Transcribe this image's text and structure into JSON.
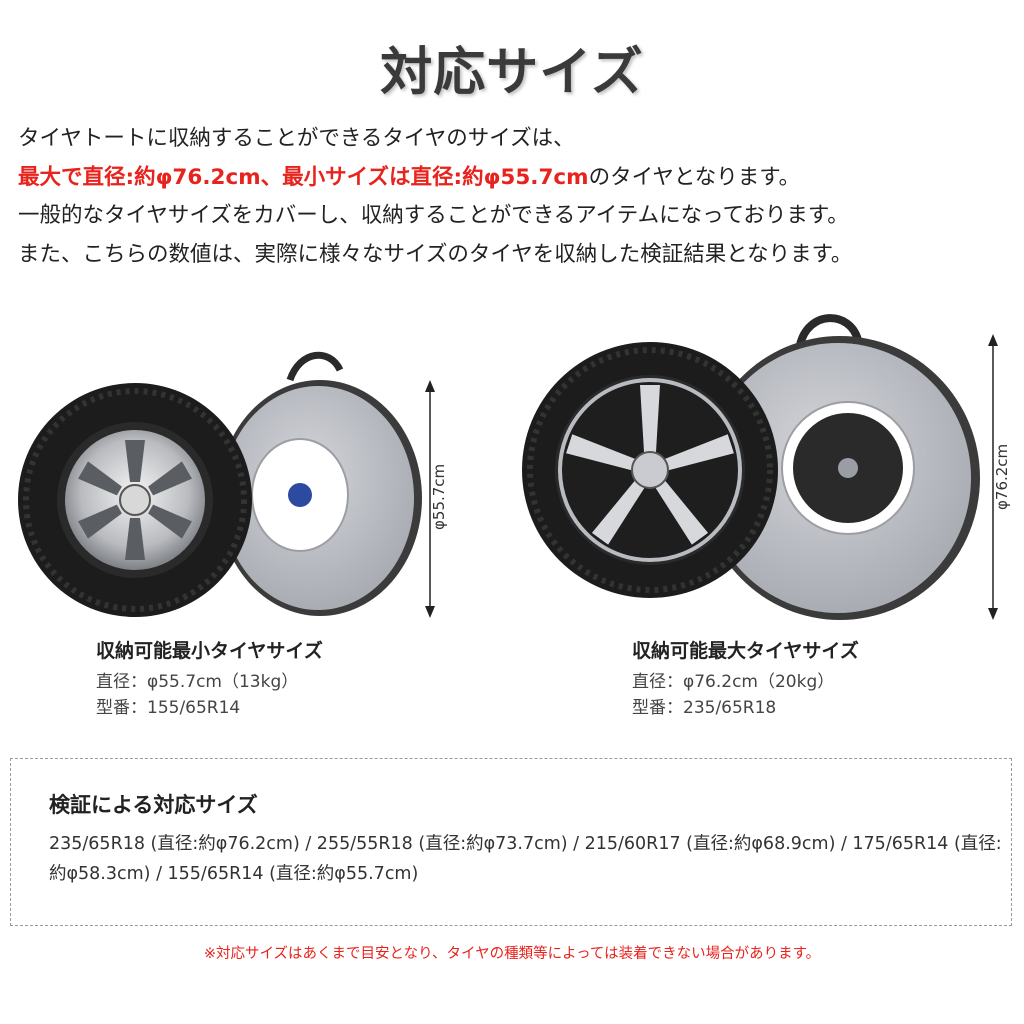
{
  "title": "対応サイズ",
  "intro": {
    "line1": "タイヤトートに収納することができるタイヤのサイズは、",
    "line2_red": "最大で直径:約φ76.2cm、最小サイズは直径:約φ55.7cm",
    "line2_rest": "のタイヤとなります。",
    "line3": "一般的なタイヤサイズをカバーし、収納することができるアイテムになっております。",
    "line4": "また、こちらの数値は、実際に様々なサイズのタイヤを収納した検証結果となります。"
  },
  "small": {
    "dimension": "φ55.7cm",
    "heading": "収納可能最小タイヤサイズ",
    "diameter": "直径：φ55.7cm（13kg）",
    "model": "型番：155/65R14"
  },
  "large": {
    "dimension": "φ76.2cm",
    "heading": "収納可能最大タイヤサイズ",
    "diameter": "直径：φ76.2cm（20kg）",
    "model": "型番：235/65R18"
  },
  "verify": {
    "heading": "検証による対応サイズ",
    "text": "235/65R18 (直径:約φ76.2cm) / 255/55R18 (直径:約φ73.7cm) / 215/60R17 (直径:約φ68.9cm) / 175/65R14 (直径:約φ58.3cm) / 155/65R14 (直径:約φ55.7cm)"
  },
  "note": "※対応サイズはあくまで目安となり、タイヤの種類等によっては装着できない場合があります。",
  "colors": {
    "accent_red": "#e8231d",
    "cover_gray": "#c4c6cc",
    "tire_black": "#1c1c1c"
  }
}
